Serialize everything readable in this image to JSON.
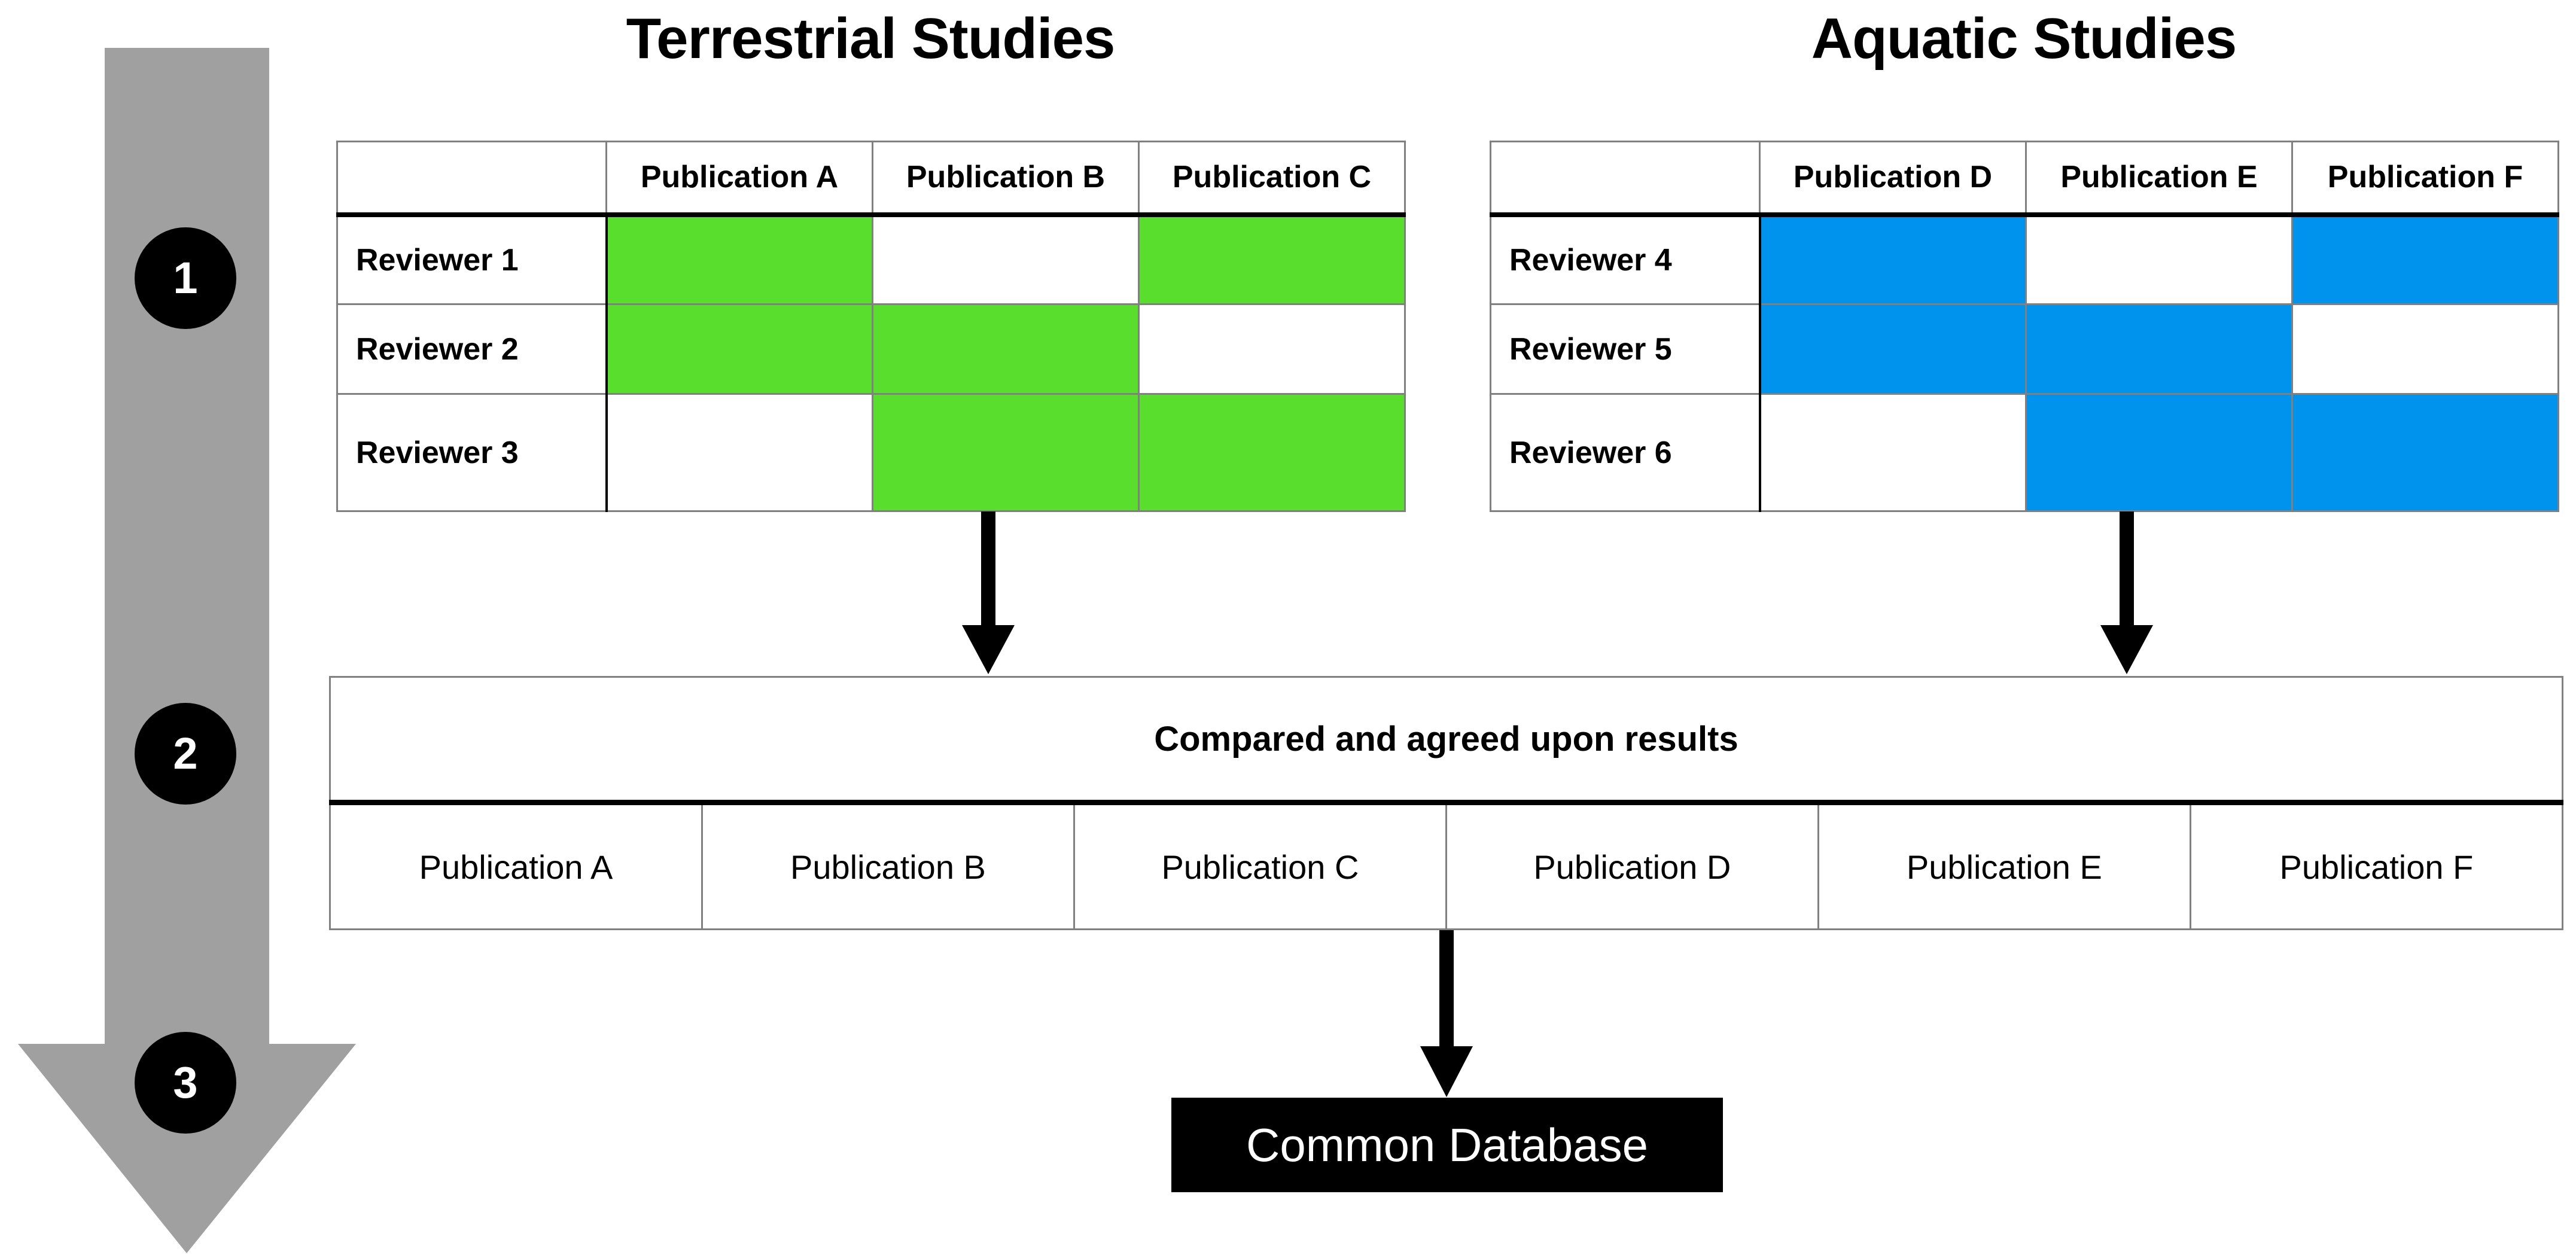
{
  "colors": {
    "terrestrial_mark": "#5ADE2E",
    "aquatic_mark": "#0093EE",
    "step_arrow": "#A0A0A0",
    "step_circle": "#000000",
    "database_box": "#000000"
  },
  "process_steps": [
    {
      "number": "1"
    },
    {
      "number": "2"
    },
    {
      "number": "3"
    }
  ],
  "panels": [
    {
      "id": "terrestrial",
      "title": "Terrestrial Studies",
      "corner_header": "",
      "columns": [
        "Publication A",
        "Publication B",
        "Publication C"
      ],
      "rows": [
        {
          "label": "Reviewer 1",
          "marks": [
            true,
            false,
            true
          ]
        },
        {
          "label": "Reviewer 2",
          "marks": [
            true,
            true,
            false
          ]
        },
        {
          "label": "Reviewer 3",
          "marks": [
            false,
            true,
            true
          ]
        }
      ]
    },
    {
      "id": "aquatic",
      "title": "Aquatic Studies",
      "corner_header": "",
      "columns": [
        "Publication D",
        "Publication E",
        "Publication F"
      ],
      "rows": [
        {
          "label": "Reviewer 4",
          "marks": [
            true,
            false,
            true
          ]
        },
        {
          "label": "Reviewer 5",
          "marks": [
            true,
            true,
            false
          ]
        },
        {
          "label": "Reviewer 6",
          "marks": [
            false,
            true,
            true
          ]
        }
      ]
    }
  ],
  "consensus": {
    "header": "Compared and agreed upon results",
    "cells": [
      "Publication A",
      "Publication B",
      "Publication C",
      "Publication D",
      "Publication E",
      "Publication F"
    ]
  },
  "database": {
    "label": "Common Database"
  }
}
